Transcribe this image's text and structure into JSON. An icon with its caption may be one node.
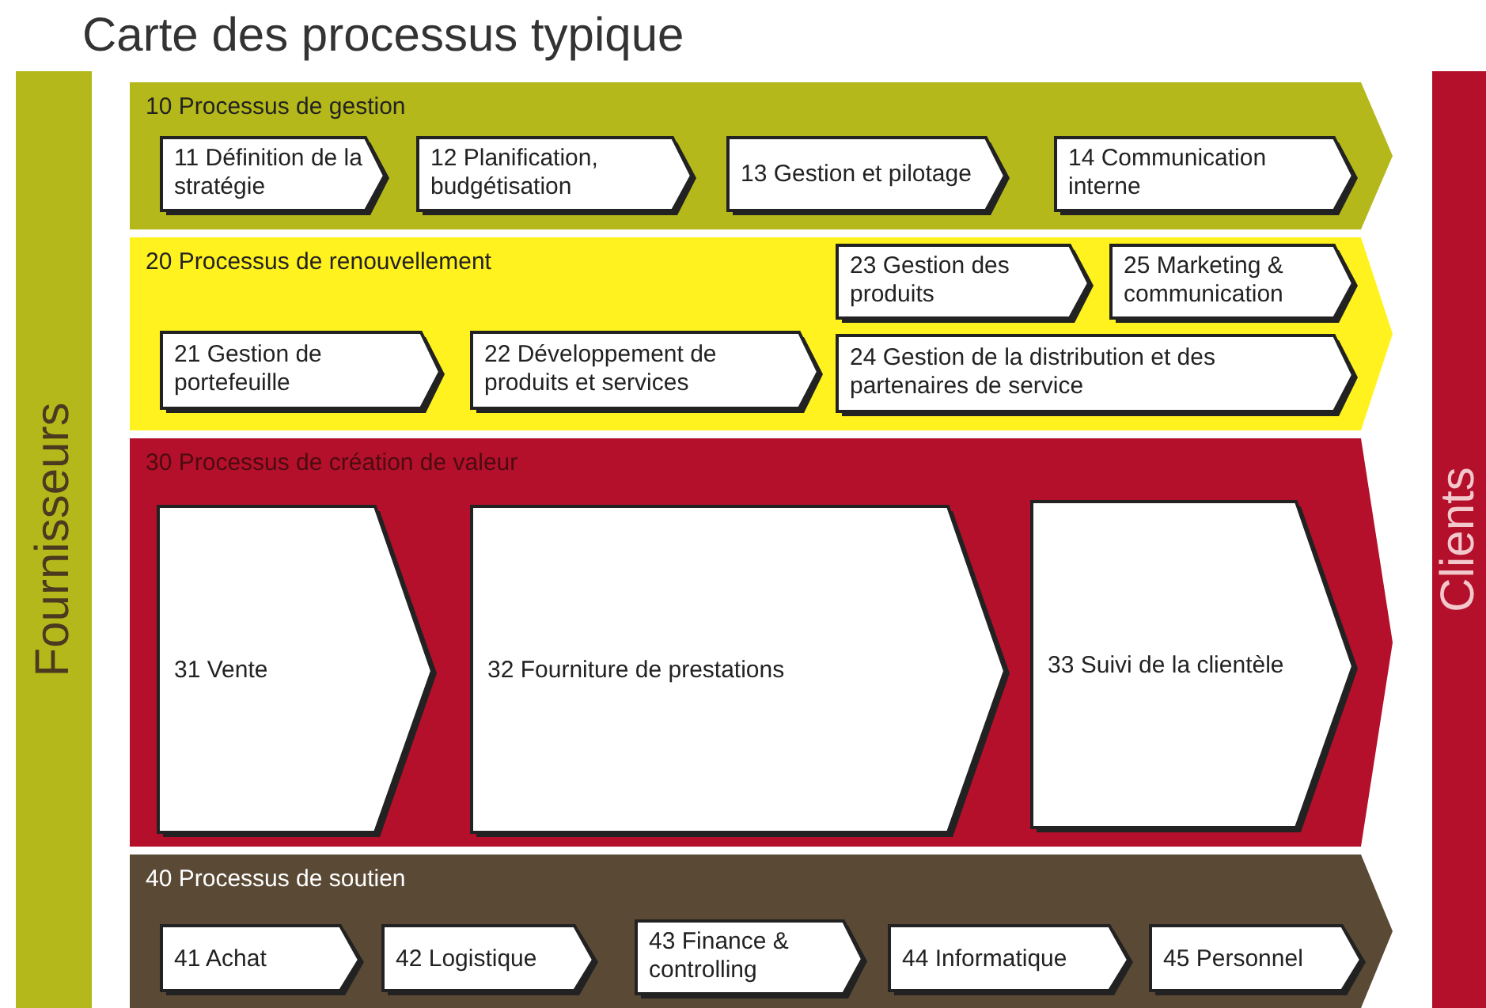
{
  "diagram": {
    "title": "Carte des processus typique",
    "nodes": [
      {
        "text": [
          "Fournisseurs"
        ]
      },
      {
        "text": [
          "10 Processus de gestion"
        ]
      },
      {
        "text": [
          "11 Définition de la stratégie"
        ],
        "in": 1
      },
      {
        "text": [
          "12 Planification, budgétisation"
        ],
        "in": 1
      },
      {
        "text": [
          "13 Gestion et pilotage"
        ],
        "in": 1
      },
      {
        "text": [
          "14 Communication interne"
        ],
        "in": 1
      },
      {
        "text": [
          "20 Processus de renouvellement"
        ]
      },
      {
        "text": [
          "23 Gestion des produits"
        ],
        "in": 6
      },
      {
        "text": [
          "25 Marketing & communication"
        ],
        "in": 6
      },
      {
        "text": [
          "21 Gestion de portefeuille"
        ],
        "in": 6
      },
      {
        "text": [
          "22 Développement de produits et services"
        ],
        "in": 6
      },
      {
        "text": [
          "24 Gestion de la distribution et des partenaires de service"
        ],
        "in": 6
      },
      {
        "text": [
          "30 Processus de création de valeur"
        ]
      },
      {
        "text": [
          "31 Vente"
        ],
        "in": 12
      },
      {
        "text": [
          "32 Fourniture de prestations"
        ],
        "in": 12
      },
      {
        "text": [
          "33 Suivi de la clientèle"
        ],
        "in": 12
      },
      {
        "text": [
          "40 Processus de soutien"
        ]
      },
      {
        "text": [
          "41 Achat"
        ],
        "in": 16
      },
      {
        "text": [
          "42 Logistique"
        ],
        "in": 16
      },
      {
        "text": [
          "43 Finance & controlling"
        ],
        "in": 16
      },
      {
        "text": [
          "44 Informatique"
        ],
        "in": 16
      },
      {
        "text": [
          "45 Personnel"
        ],
        "in": 16
      },
      {
        "text": [
          "Clients"
        ]
      }
    ],
    "edges": []
  }
}
